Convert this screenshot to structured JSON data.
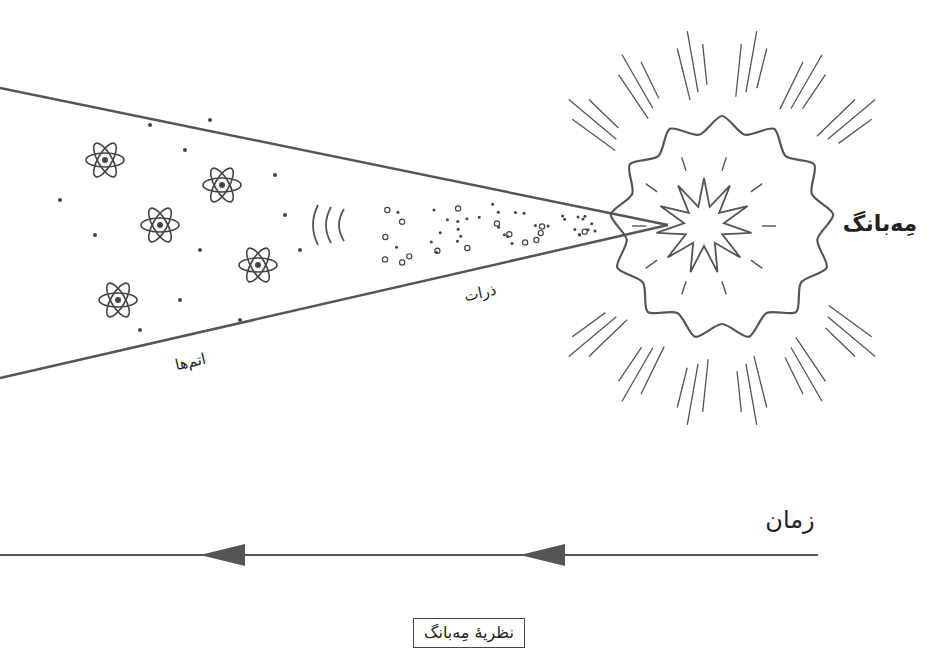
{
  "diagram": {
    "caption": "نظریهٔ مِه‌بانگ",
    "labels": [
      "مِه‌بانگ",
      "ذرات",
      "اتم‌ها",
      "زمان"
    ]
  }
}
